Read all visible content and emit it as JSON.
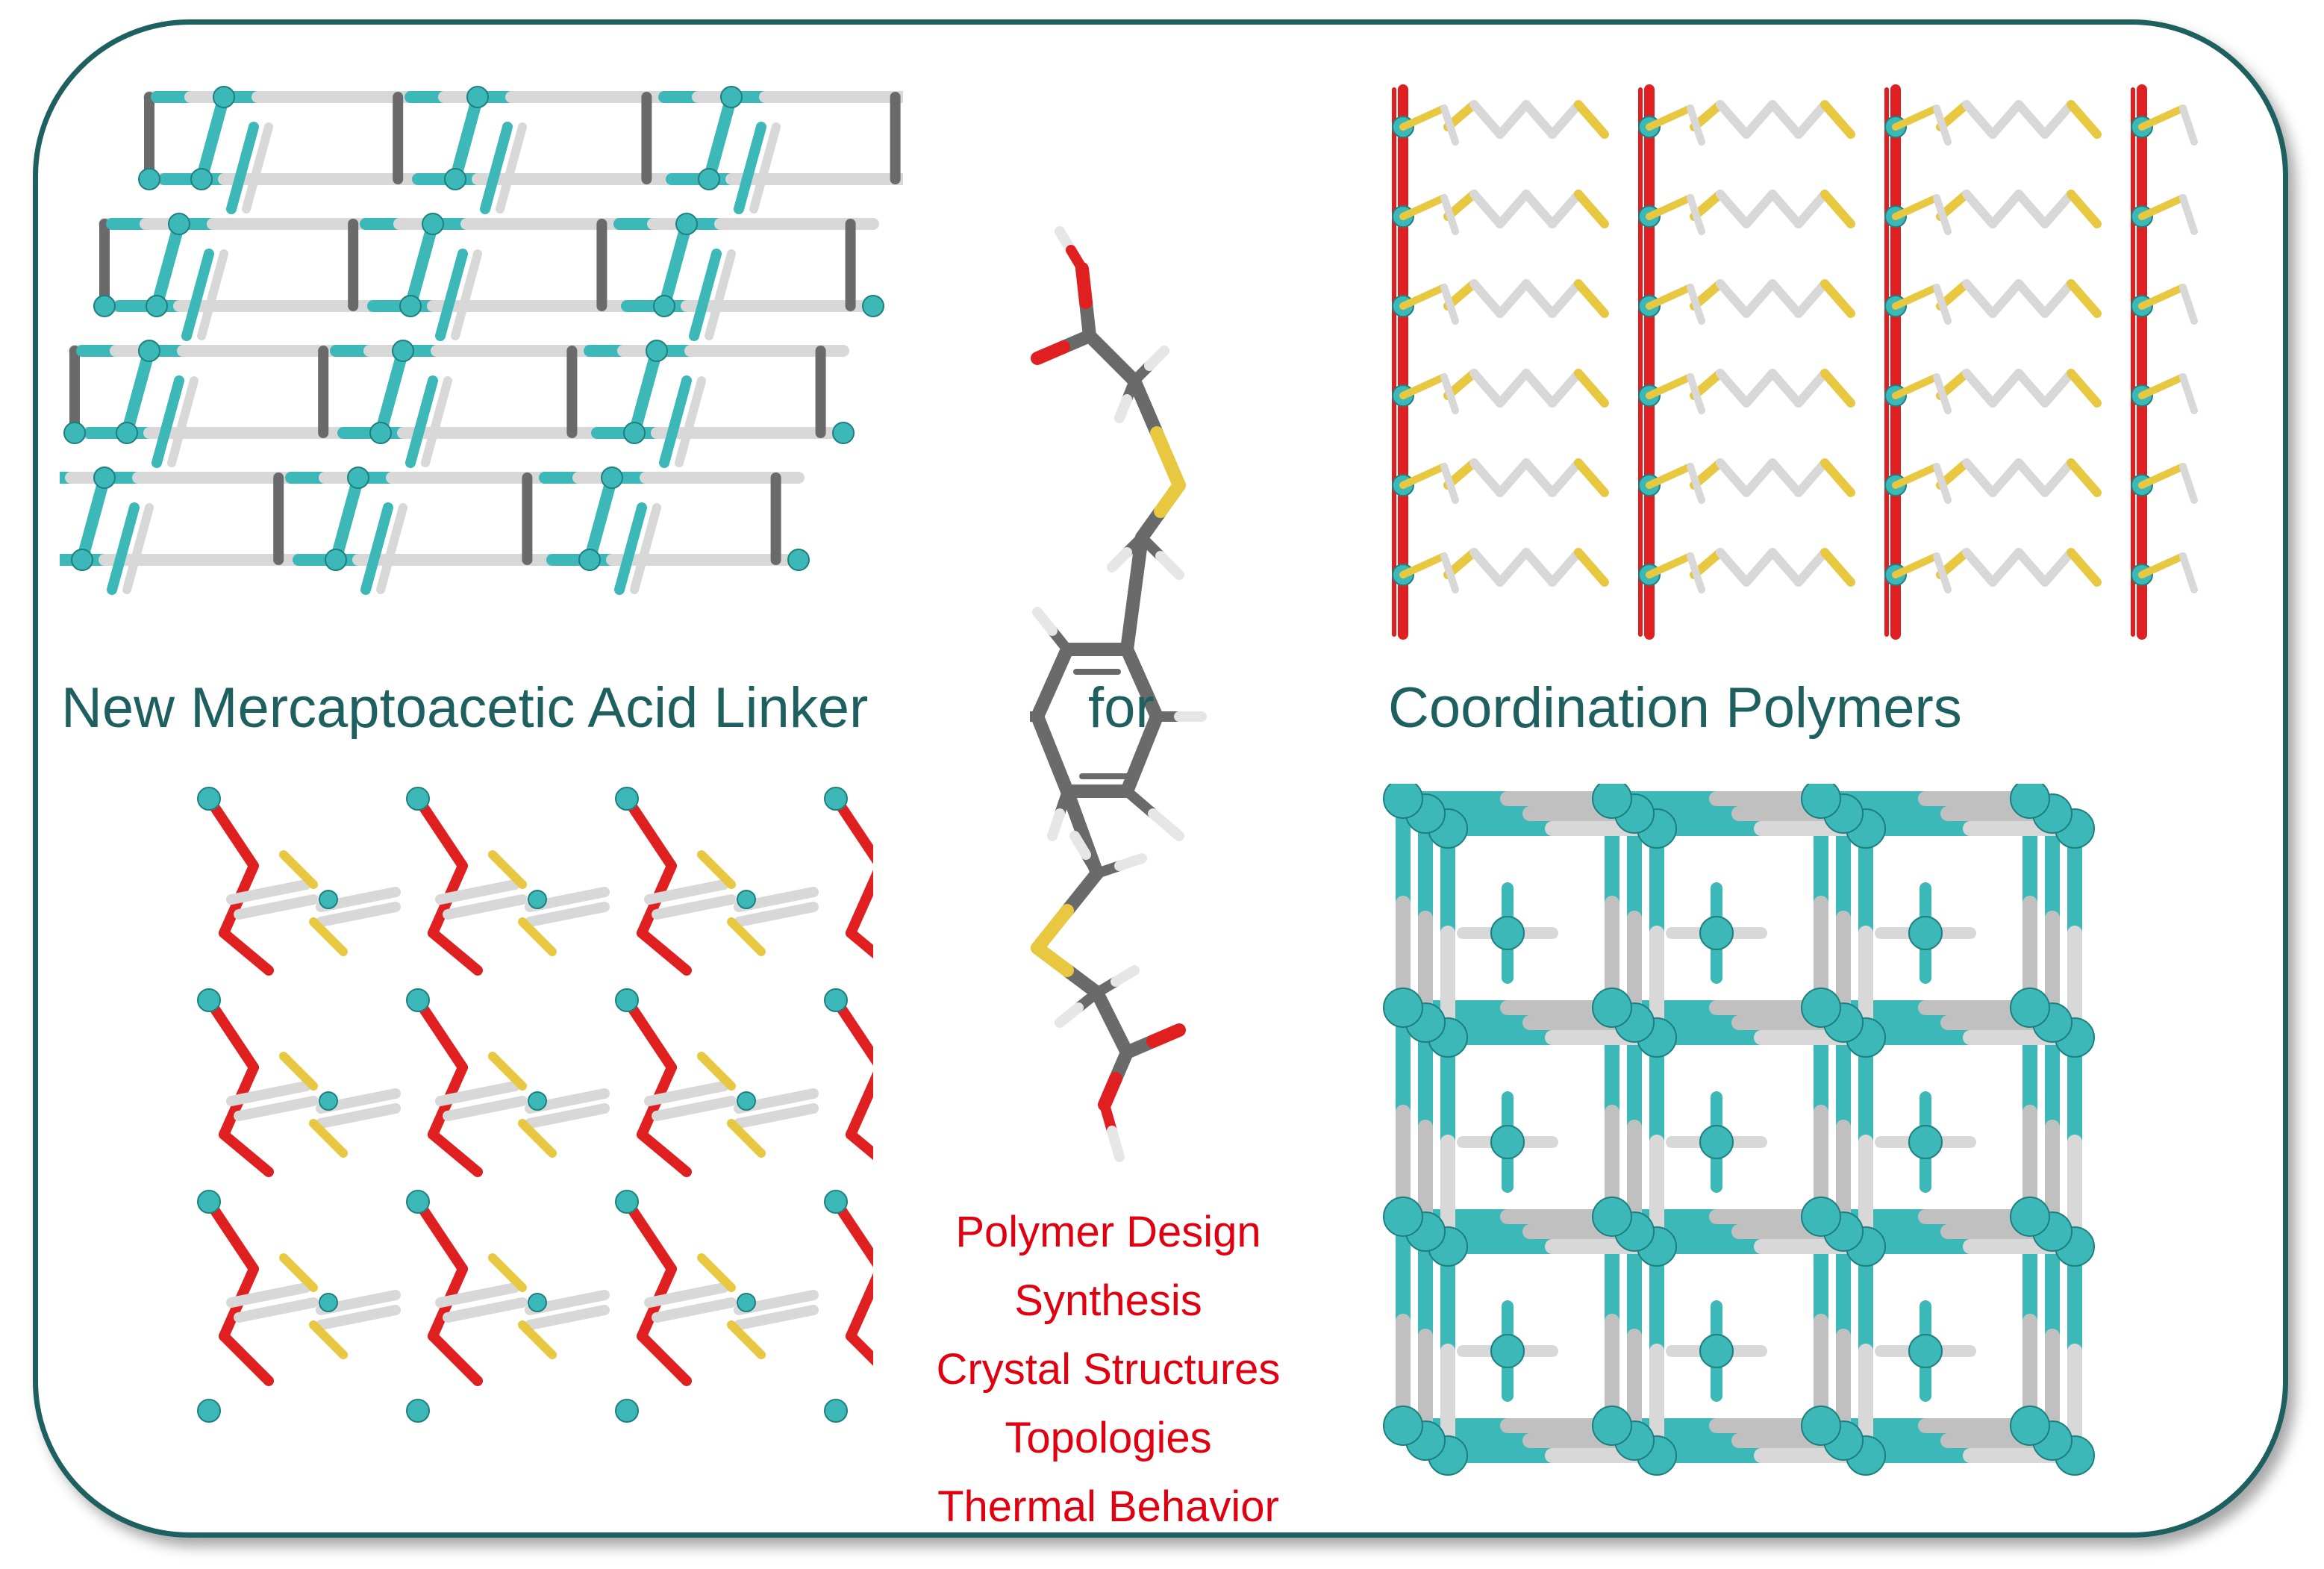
{
  "title": {
    "part1": "New Mercaptoacetic Acid Linker",
    "part2": "for",
    "part3": "Coordination Polymers"
  },
  "topics": [
    "Polymer Design",
    "Synthesis",
    "Crystal Structures",
    "Topologies",
    "Thermal Behavior"
  ],
  "colors": {
    "frame": "#1e5f5f",
    "caption": "#1e5f5f",
    "topics": "#e0000f",
    "metal_node": "#3cb8b8",
    "carbon": "#6a6a6a",
    "bond_light": "#d8d8d8",
    "oxygen": "#e02020",
    "sulfur": "#e8c840",
    "hydrogen": "#e6e6e6"
  },
  "panels": [
    {
      "name": "layered-net-structure",
      "kind": "ball-and-stick network"
    },
    {
      "name": "linker-molecule",
      "kind": "stick model"
    },
    {
      "name": "coordination-chain-structure",
      "kind": "stick model"
    },
    {
      "name": "zigzag-network-structure",
      "kind": "stick model"
    },
    {
      "name": "cubic-framework-structure",
      "kind": "ball-and-stick network"
    }
  ]
}
